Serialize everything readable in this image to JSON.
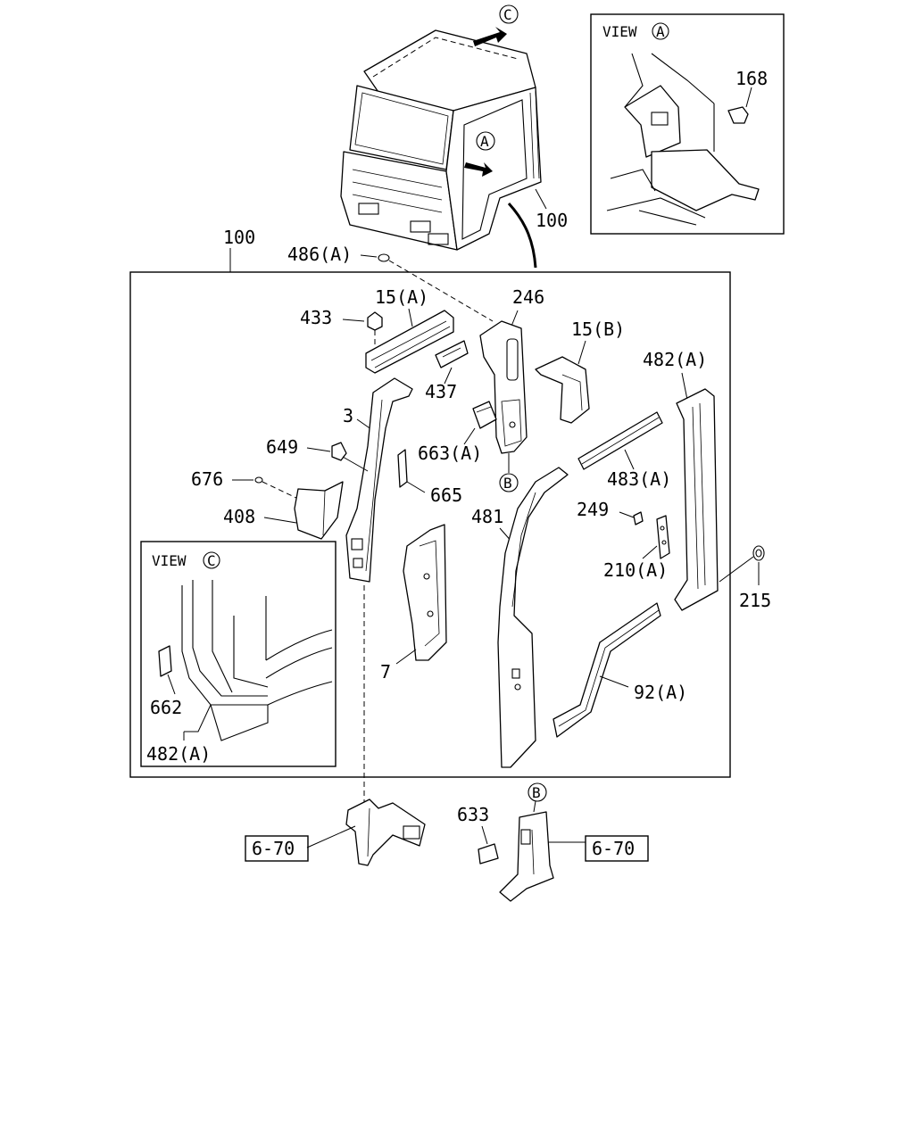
{
  "labels": {
    "c_marker": "C",
    "a_marker_cab": "A",
    "cab_100": "100",
    "main_100": "100",
    "p486a": "486(A)",
    "p433": "433",
    "p15a": "15(A)",
    "p246": "246",
    "p15b": "15(B)",
    "p437": "437",
    "p482a": "482(A)",
    "p3": "3",
    "p649": "649",
    "p663a": "663(A)",
    "p665": "665",
    "b_marker": "B",
    "p483a": "483(A)",
    "p676": "676",
    "p408": "408",
    "p481": "481",
    "p249": "249",
    "p210a": "210(A)",
    "p215": "215",
    "p7": "7",
    "p92a": "92(A)",
    "p168": "168",
    "p662": "662",
    "p482a_viewc": "482(A)",
    "p633": "633",
    "b_marker_lower": "B",
    "ref_left": "6-70",
    "ref_right": "6-70"
  },
  "views": {
    "view_a_text": "VIEW",
    "view_a_letter": "A",
    "view_c_text": "VIEW",
    "view_c_letter": "C"
  }
}
